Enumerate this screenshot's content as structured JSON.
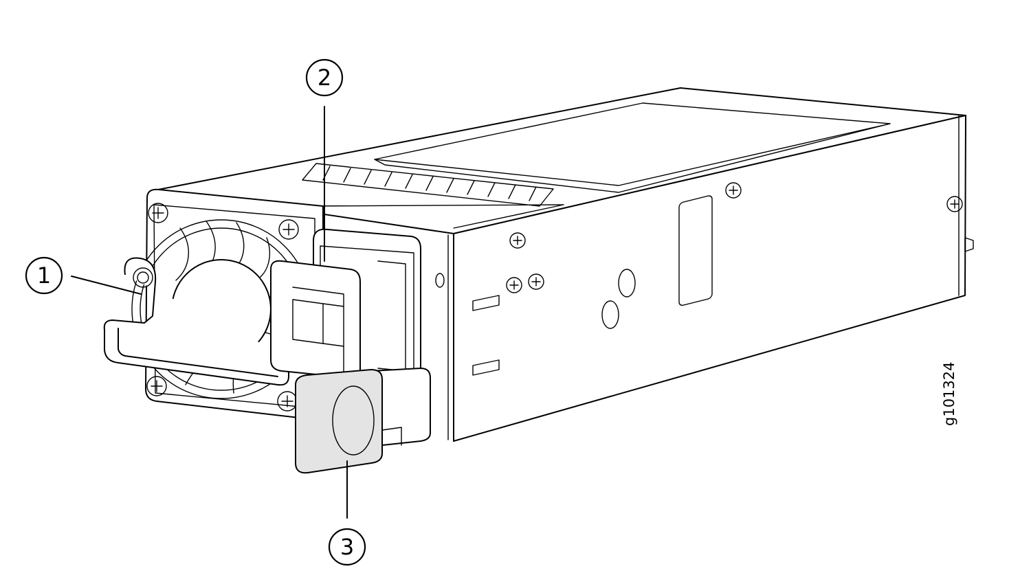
{
  "figure_id": "g101324",
  "callouts": [
    {
      "number": "1"
    },
    {
      "number": "2"
    },
    {
      "number": "3"
    }
  ],
  "colors": {
    "line": "#000000",
    "background": "#ffffff",
    "knob_fill": "#e4e4e4"
  }
}
